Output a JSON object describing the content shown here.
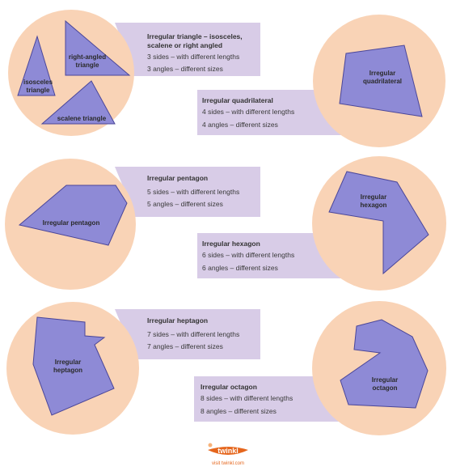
{
  "rows": [
    {
      "title": "Irregular triangle – isosceles, scalene or right angled",
      "sides": "3 sides – with different lengths",
      "angles": "3 angles – different sizes",
      "labels": [
        "isosceles triangle",
        "right-angled triangle",
        "scalene triangle"
      ]
    },
    {
      "title": "Irregular quadrilateral",
      "sides": "4 sides – with different lengths",
      "angles": "4 angles – different sizes",
      "label": "Irregular quadrilateral"
    },
    {
      "title": "Irregular pentagon",
      "sides": "5 sides – with different lengths",
      "angles": "5 angles – different sizes",
      "label": "Irregular pentagon"
    },
    {
      "title": "Irregular hexagon",
      "sides": "6 sides – with different lengths",
      "angles": "6 angles – different sizes",
      "label": "Irregular hexagon"
    },
    {
      "title": "Irregular heptagon",
      "sides": "7 sides – with different lengths",
      "angles": "7 angles – different sizes",
      "label": "Irregular heptagon"
    },
    {
      "title": "Irregular octagon",
      "sides": "8 sides – with different lengths",
      "angles": "8 angles – different sizes",
      "label": "Irregular octagon"
    }
  ],
  "footer": {
    "logo": "twinkl",
    "url": "visit twinkl.com"
  },
  "colors": {
    "circle": "#f9d3b6",
    "ribbon": "#d8cce7",
    "shape_fill": "#8e8ad6",
    "shape_stroke": "#4a4699",
    "brand": "#e5661d"
  }
}
